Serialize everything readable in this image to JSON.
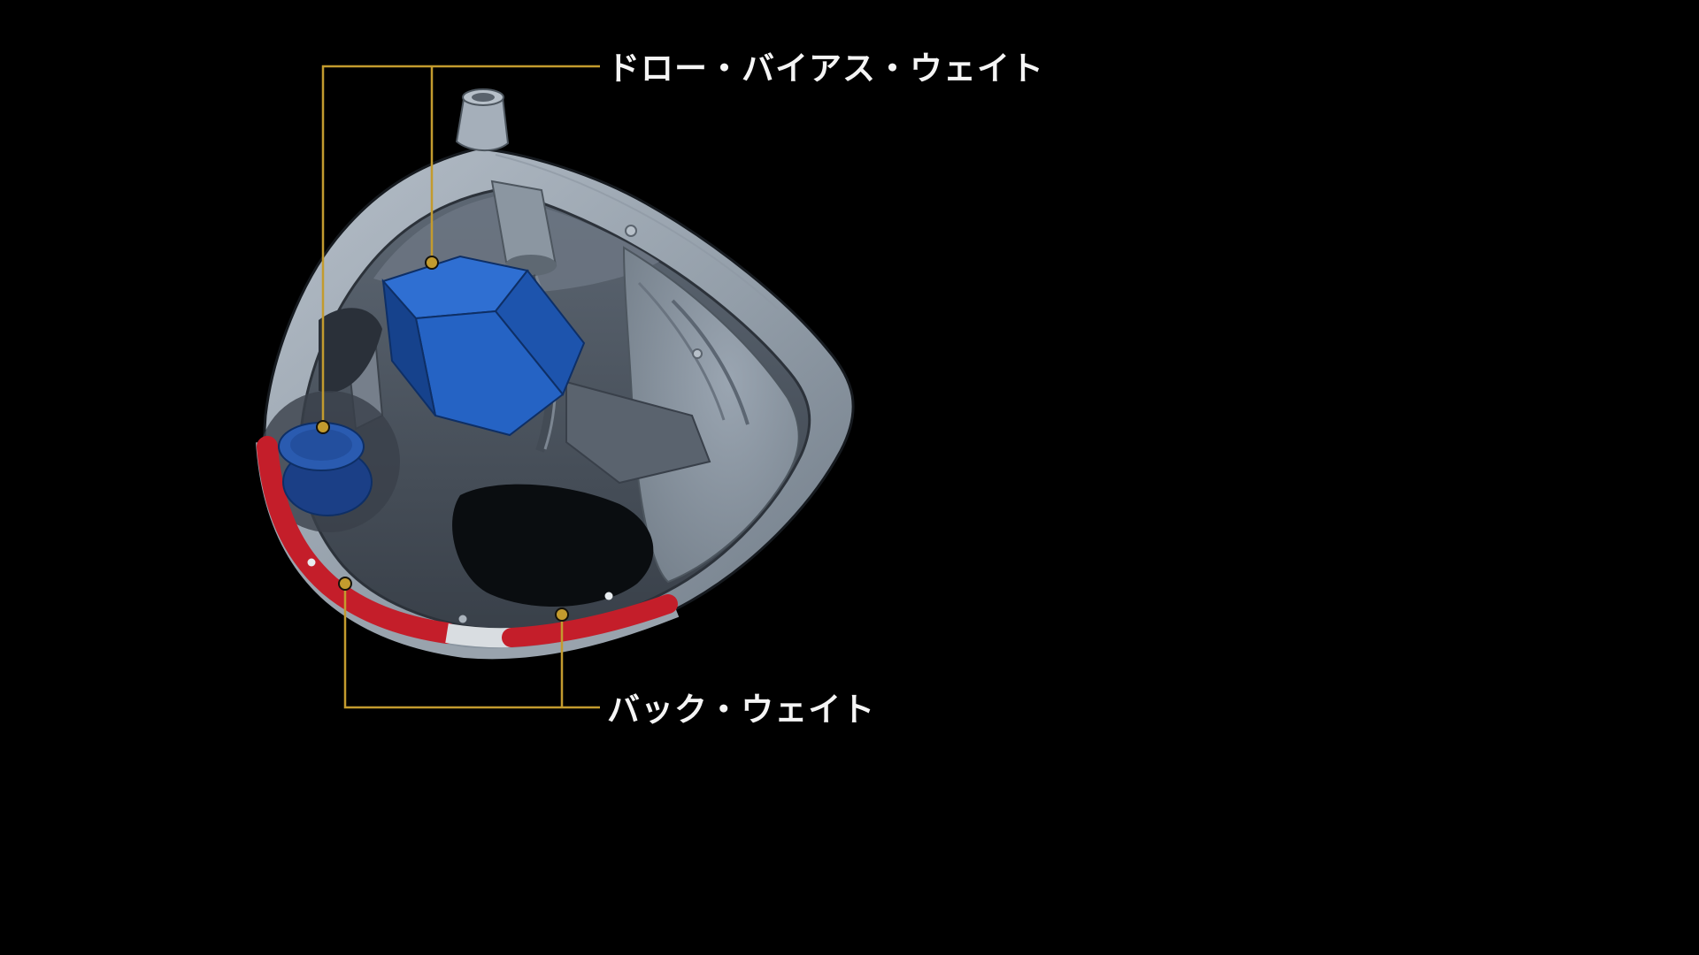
{
  "diagram": {
    "type": "golf-driver-head-cutaway",
    "labels": {
      "draw_bias_weight": "ドロー・バイアス・ウェイト",
      "back_weight": "バック・ウェイト"
    },
    "colors": {
      "background": "#000000",
      "callout": "#c39b2e",
      "draw_bias_weight": "#2563c4",
      "back_weight": "#c41e2a",
      "rim_white": "#d9dde1",
      "label_text": "#f5f5f5"
    }
  }
}
